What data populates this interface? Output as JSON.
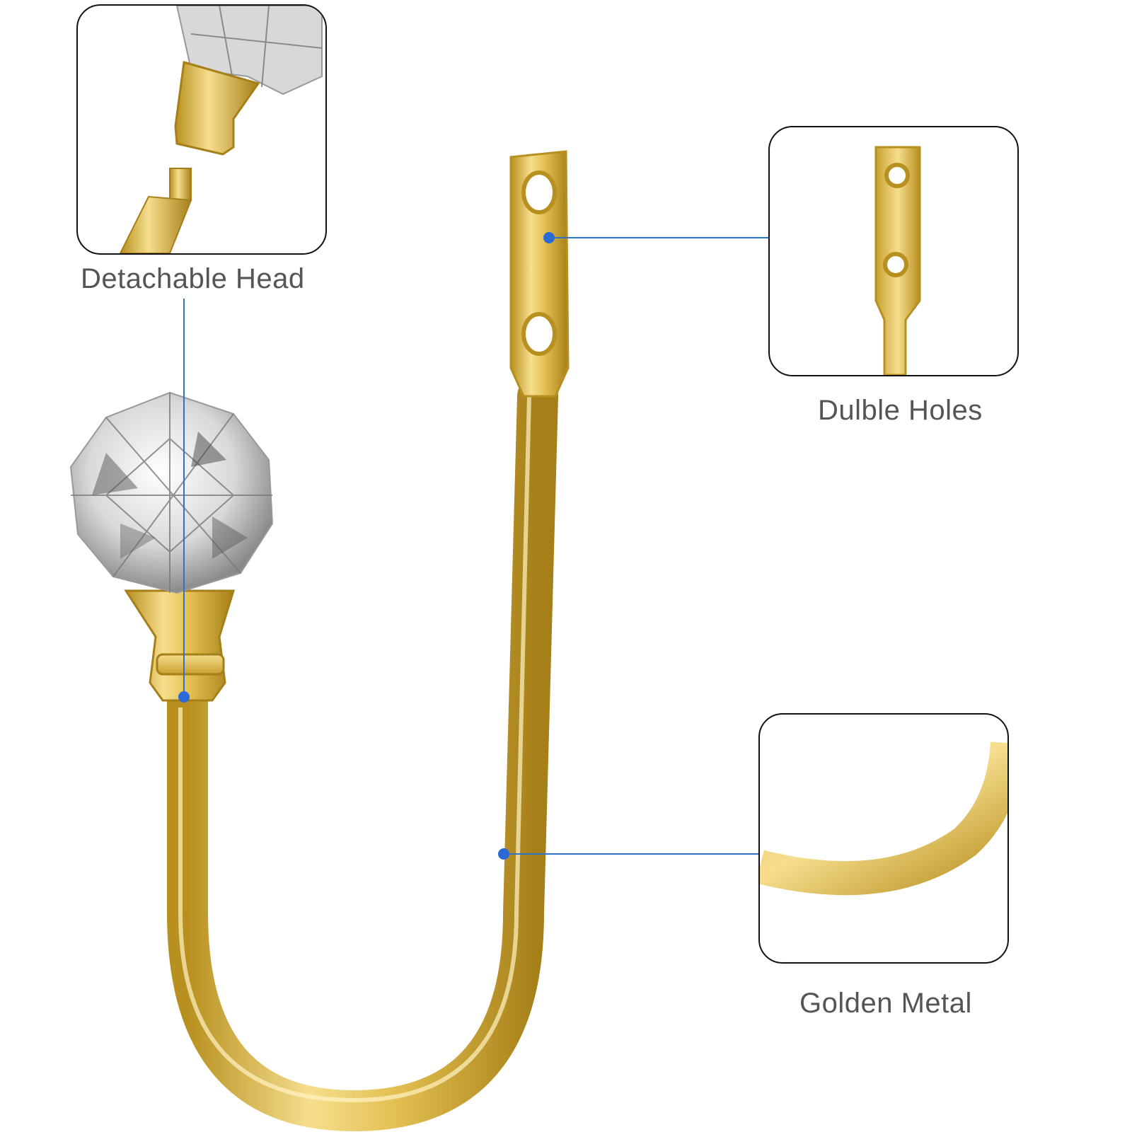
{
  "labels": {
    "detachable_head": "Detachable Head",
    "double_holes": "Dulble Holes",
    "golden_metal": "Golden Metal"
  },
  "colors": {
    "gold_light": "#f6de8e",
    "gold_mid": "#e2bf50",
    "gold_dark": "#b8901f",
    "callout_line": "#2f73c9",
    "callout_dot": "#2a6ad8",
    "label_text": "#555555",
    "panel_border": "#111111"
  },
  "icons": {
    "crystal": "faceted-crystal-ball",
    "hook": "u-shaped-gold-hook"
  }
}
